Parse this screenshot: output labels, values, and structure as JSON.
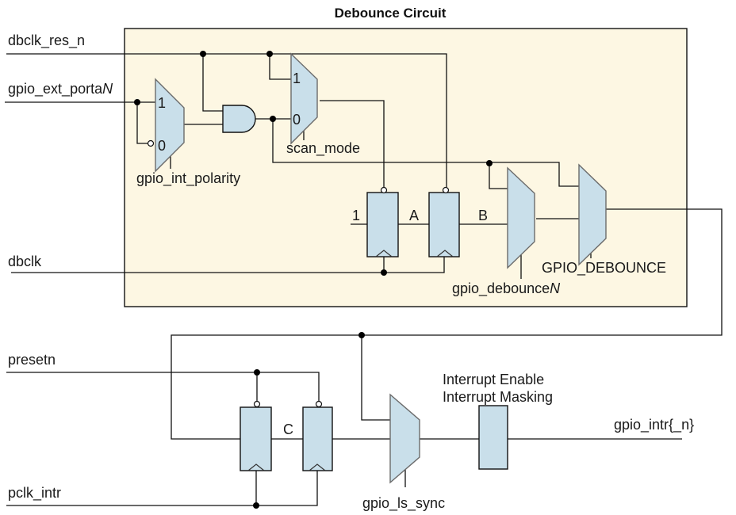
{
  "title": "Debounce Circuit",
  "inputs": {
    "dbclk_res_n": "dbclk_res_n",
    "gpio_ext_porta_prefix": "gpio_ext_porta",
    "gpio_ext_porta_suffix": "N",
    "dbclk": "dbclk",
    "presetn": "presetn",
    "pclk_intr": "pclk_intr"
  },
  "mux_labels": {
    "polarity_mux_in1": "1",
    "polarity_mux_in0": "0",
    "scan_mux_in1": "1",
    "scan_mux_in0": "0"
  },
  "control_labels": {
    "gpio_int_polarity": "gpio_int_polarity",
    "scan_mode": "scan_mode",
    "gpio_debounce_prefix": "gpio_debounce",
    "gpio_debounce_suffix": "N",
    "GPIO_DEBOUNCE": "GPIO_DEBOUNCE",
    "gpio_ls_sync": "gpio_ls_sync"
  },
  "node_labels": {
    "const_one": "1",
    "A": "A",
    "B": "B",
    "C": "C"
  },
  "interrupt_block": {
    "line1": "Interrupt Enable",
    "line2": "Interrupt Masking"
  },
  "output": "gpio_intr{_n}",
  "colors": {
    "debounce_region_fill": "#fdf7e3",
    "component_fill": "#c9dfea"
  }
}
